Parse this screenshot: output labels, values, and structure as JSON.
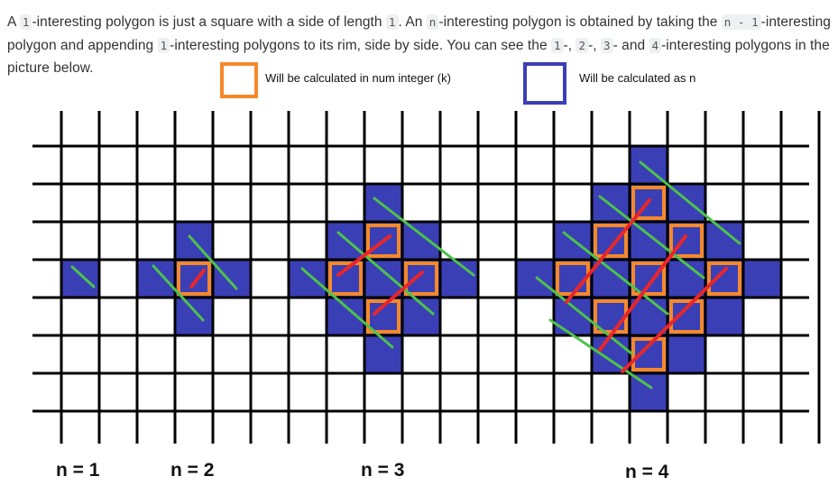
{
  "description": {
    "segments": [
      {
        "t": "text",
        "v": "A "
      },
      {
        "t": "code",
        "v": "1"
      },
      {
        "t": "text",
        "v": "-interesting polygon is just a square with a side of length "
      },
      {
        "t": "code",
        "v": "1"
      },
      {
        "t": "text",
        "v": ". An "
      },
      {
        "t": "code",
        "v": "n"
      },
      {
        "t": "text",
        "v": "-interesting polygon is obtained by taking the "
      },
      {
        "t": "code",
        "v": "n - 1"
      },
      {
        "t": "text",
        "v": "-interesting polygon and appending "
      },
      {
        "t": "code",
        "v": "1"
      },
      {
        "t": "text",
        "v": "-interesting polygons to its rim, side by side. You can see the "
      },
      {
        "t": "code",
        "v": "1"
      },
      {
        "t": "text",
        "v": "-, "
      },
      {
        "t": "code",
        "v": "2"
      },
      {
        "t": "text",
        "v": "-, "
      },
      {
        "t": "code",
        "v": "3"
      },
      {
        "t": "text",
        "v": "- and "
      },
      {
        "t": "code",
        "v": "4"
      },
      {
        "t": "text",
        "v": "-interesting polygons in the picture below."
      }
    ]
  },
  "legend": {
    "orange_label": "Will be calculated in num integer  (k)",
    "blue_label": "Will be calculated as n"
  },
  "colors": {
    "fill_blue": "#3b3fb5",
    "orange": "#f5892a",
    "green": "#4cc24c",
    "red": "#e8262a",
    "grid": "#000000"
  },
  "polygons": [
    {
      "label": "n = 1",
      "n": 1
    },
    {
      "label": "n = 2",
      "n": 2
    },
    {
      "label": "n = 3",
      "n": 3
    },
    {
      "label": "n = 4",
      "n": 4
    }
  ]
}
